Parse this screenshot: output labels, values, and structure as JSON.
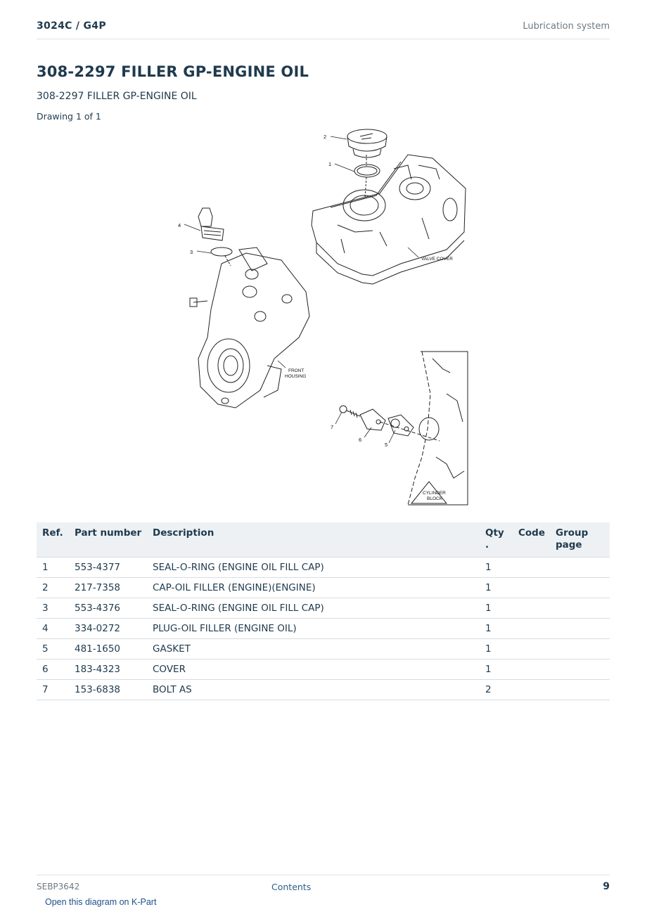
{
  "header": {
    "model": "3024C  /  G4P",
    "section": "Lubrication system"
  },
  "title": "308-2297 FILLER GP-ENGINE OIL",
  "subtitle": "308-2297 FILLER GP-ENGINE OIL",
  "drawing_count": "Drawing 1 of 1",
  "drawing": {
    "callouts": [
      "1",
      "2",
      "3",
      "4",
      "5",
      "6",
      "7"
    ],
    "labels": {
      "valve_cover": "VALVE COVER",
      "front_housing_1": "FRONT",
      "front_housing_2": "HOUSING",
      "cylinder_block_1": "CYLINDER",
      "cylinder_block_2": "BLOCK"
    }
  },
  "table": {
    "headers": {
      "ref": "Ref.",
      "part_number": "Part number",
      "description": "Description",
      "qty_1": "Qty",
      "qty_2": ".",
      "code": "Code",
      "group_1": "Group",
      "group_2": "page"
    },
    "rows": [
      {
        "ref": "1",
        "part_number": "553-4377",
        "description": "SEAL-O-RING (ENGINE OIL FILL CAP)",
        "qty": "1",
        "code": "",
        "group_page": ""
      },
      {
        "ref": "2",
        "part_number": "217-7358",
        "description": "CAP-OIL FILLER (ENGINE)(ENGINE)",
        "qty": "1",
        "code": "",
        "group_page": ""
      },
      {
        "ref": "3",
        "part_number": "553-4376",
        "description": "SEAL-O-RING (ENGINE OIL FILL CAP)",
        "qty": "1",
        "code": "",
        "group_page": ""
      },
      {
        "ref": "4",
        "part_number": "334-0272",
        "description": "PLUG-OIL FILLER (ENGINE OIL)",
        "qty": "1",
        "code": "",
        "group_page": ""
      },
      {
        "ref": "5",
        "part_number": "481-1650",
        "description": "GASKET",
        "qty": "1",
        "code": "",
        "group_page": ""
      },
      {
        "ref": "6",
        "part_number": "183-4323",
        "description": "COVER",
        "qty": "1",
        "code": "",
        "group_page": ""
      },
      {
        "ref": "7",
        "part_number": "153-6838",
        "description": "BOLT AS",
        "qty": "2",
        "code": "",
        "group_page": ""
      }
    ]
  },
  "footer": {
    "doc_id": "SEBP3642",
    "contents_link": "Contents",
    "page_number": "9",
    "kpart_link": "Open this diagram on K-Part"
  }
}
